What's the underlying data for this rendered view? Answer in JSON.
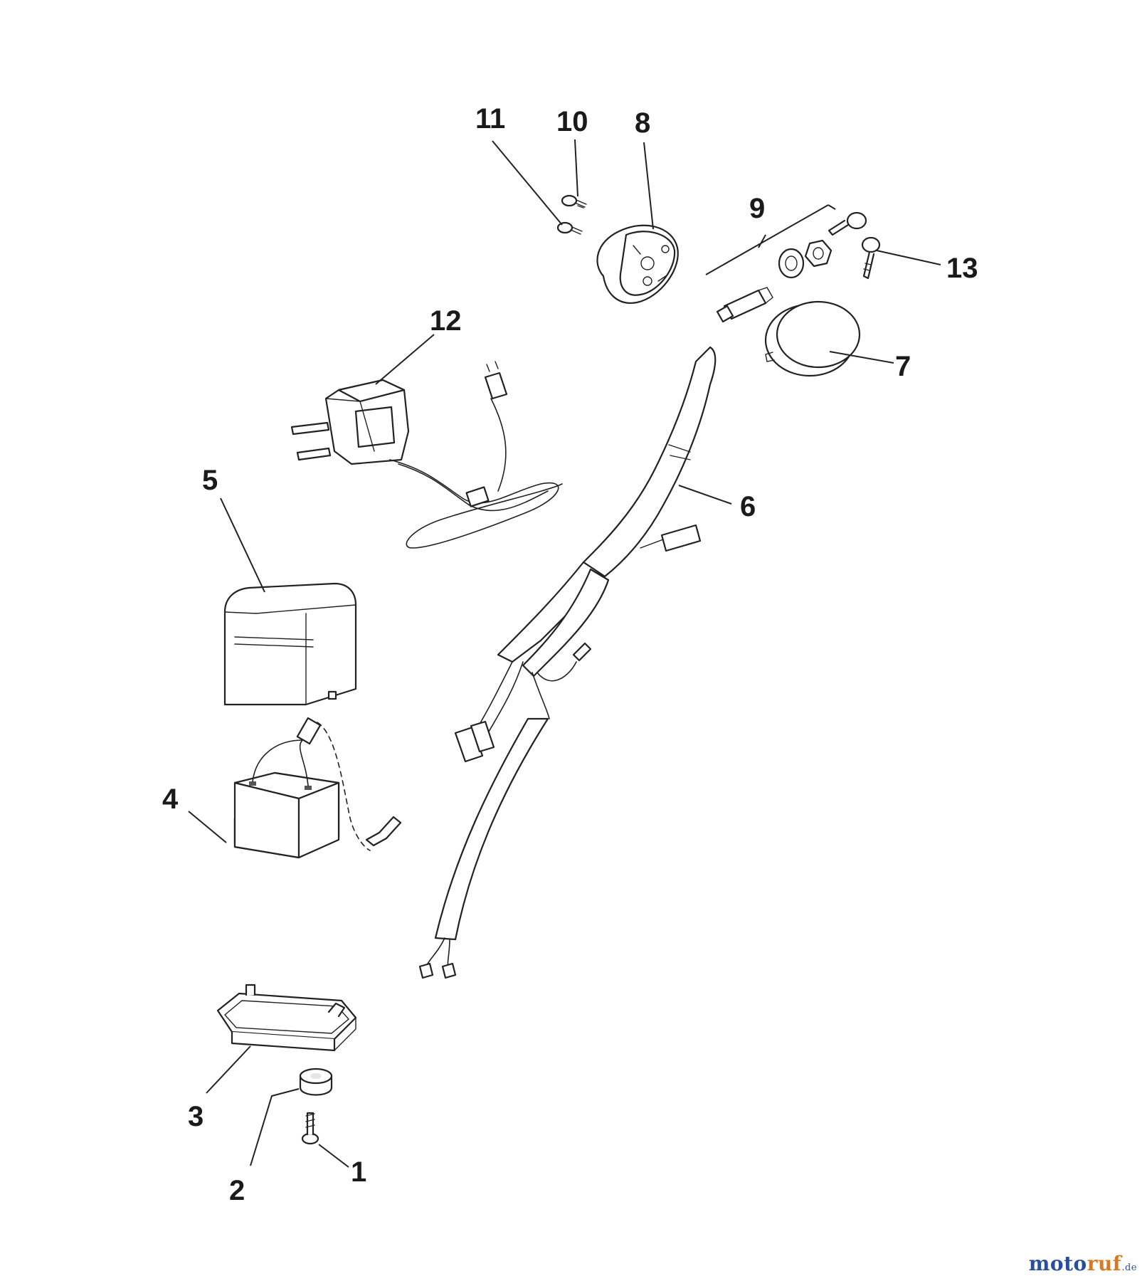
{
  "diagram": {
    "part_labels": {
      "p1": "1",
      "p2": "2",
      "p3": "3",
      "p4": "4",
      "p5": "5",
      "p6": "6",
      "p7": "7",
      "p8": "8",
      "p9": "9",
      "p10": "10",
      "p11": "11",
      "p12": "12",
      "p13": "13"
    }
  },
  "watermark": {
    "brand_a": "moto",
    "brand_b": "ruf",
    "suffix": ".de"
  }
}
